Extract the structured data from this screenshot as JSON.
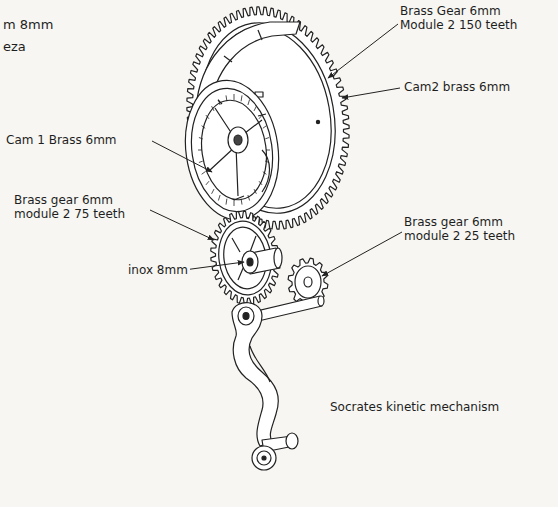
{
  "diagram": {
    "labels": [
      "m 8mm",
      "eza",
      "Brass Gear 6mm Module 2 150 teeth",
      "Cam2 brass 6mm",
      "Cam 1 Brass 6mm",
      "Brass gear 6mm module 2 75 teeth",
      "inox 8mm",
      "Brass gear 6mm module 2 25 teeth",
      "Socrates kinetic mechanism"
    ]
  }
}
